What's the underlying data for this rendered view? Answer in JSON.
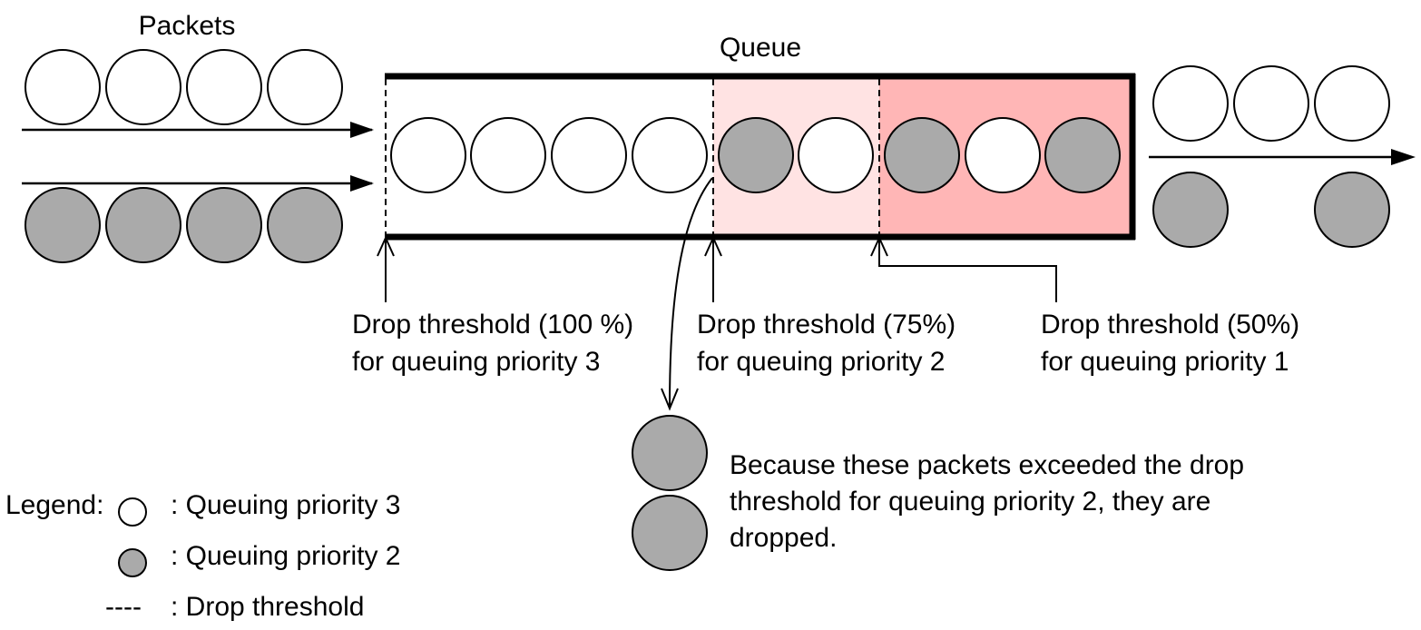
{
  "labels": {
    "packets": "Packets",
    "queue": "Queue"
  },
  "thresholds": [
    {
      "line1": "Drop threshold (100 %)",
      "line2": "for queuing priority 3",
      "percent": 100,
      "priority": 3
    },
    {
      "line1": "Drop threshold (75%)",
      "line2": "for queuing priority 2",
      "percent": 75,
      "priority": 2
    },
    {
      "line1": "Drop threshold (50%)",
      "line2": "for queuing priority 1",
      "percent": 50,
      "priority": 1
    }
  ],
  "drop_note": {
    "line1": "Because these packets exceeded the drop",
    "line2": "threshold for queuing priority 2, they are",
    "line3": "dropped."
  },
  "legend": {
    "title": "Legend:",
    "white": ": Queuing priority 3",
    "gray": ": Queuing priority 2",
    "dash_symbol": "----",
    "dashed": ": Drop threshold"
  },
  "colors": {
    "priority3_fill": "#ffffff",
    "priority2_fill": "#aaaaaa",
    "zone_75": "#ffe3e3",
    "zone_50": "#ffb6b6",
    "stroke": "#000000"
  },
  "packets": {
    "input_row_priority3": 4,
    "input_row_priority2": 4,
    "queue_sequence": [
      3,
      3,
      3,
      3,
      2,
      3,
      2,
      3,
      2
    ],
    "output_top_priority3": 3,
    "output_bottom_priority2": 2,
    "dropped_priority2": 2
  }
}
